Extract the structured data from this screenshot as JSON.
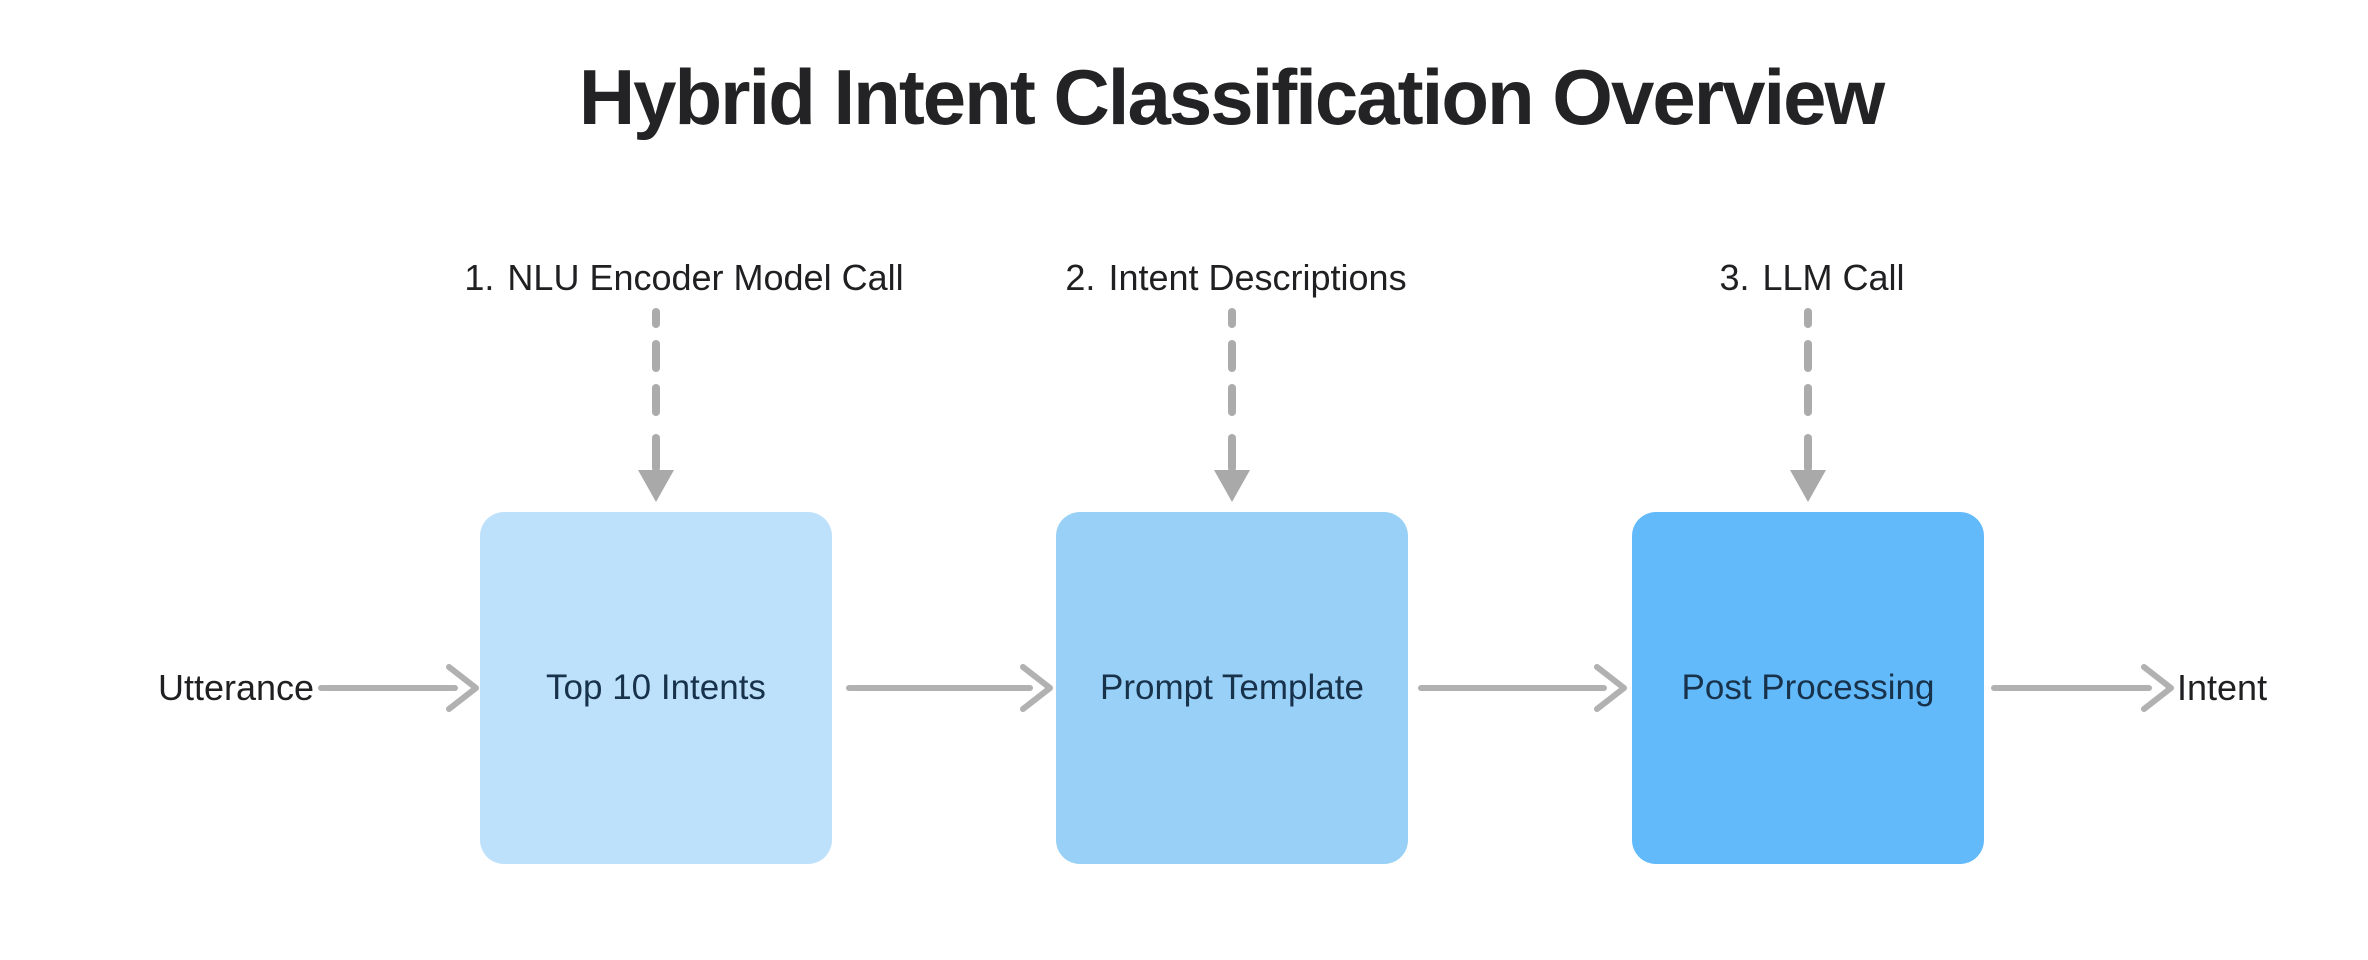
{
  "diagram": {
    "title": "Hybrid Intent Classification Overview",
    "input_label": "Utterance",
    "output_label": "Intent",
    "steps": [
      {
        "number": "1.",
        "annotation": "NLU Encoder Model Call",
        "box_label": "Top 10 Intents",
        "box_color": "#BDE1FB"
      },
      {
        "number": "2.",
        "annotation": "Intent Descriptions",
        "box_label": "Prompt Template",
        "box_color": "#98D0F8"
      },
      {
        "number": "3.",
        "annotation": "LLM Call",
        "box_label": "Post Processing",
        "box_color": "#63BAFB"
      }
    ],
    "colors": {
      "background": "#FFFFFF",
      "arrow_gray": "#B1B1B1",
      "dashed_arrow_gray": "#ABABAB",
      "title_text": "#232325",
      "annotation_text": "#202022",
      "box_text": "#17324A"
    }
  }
}
